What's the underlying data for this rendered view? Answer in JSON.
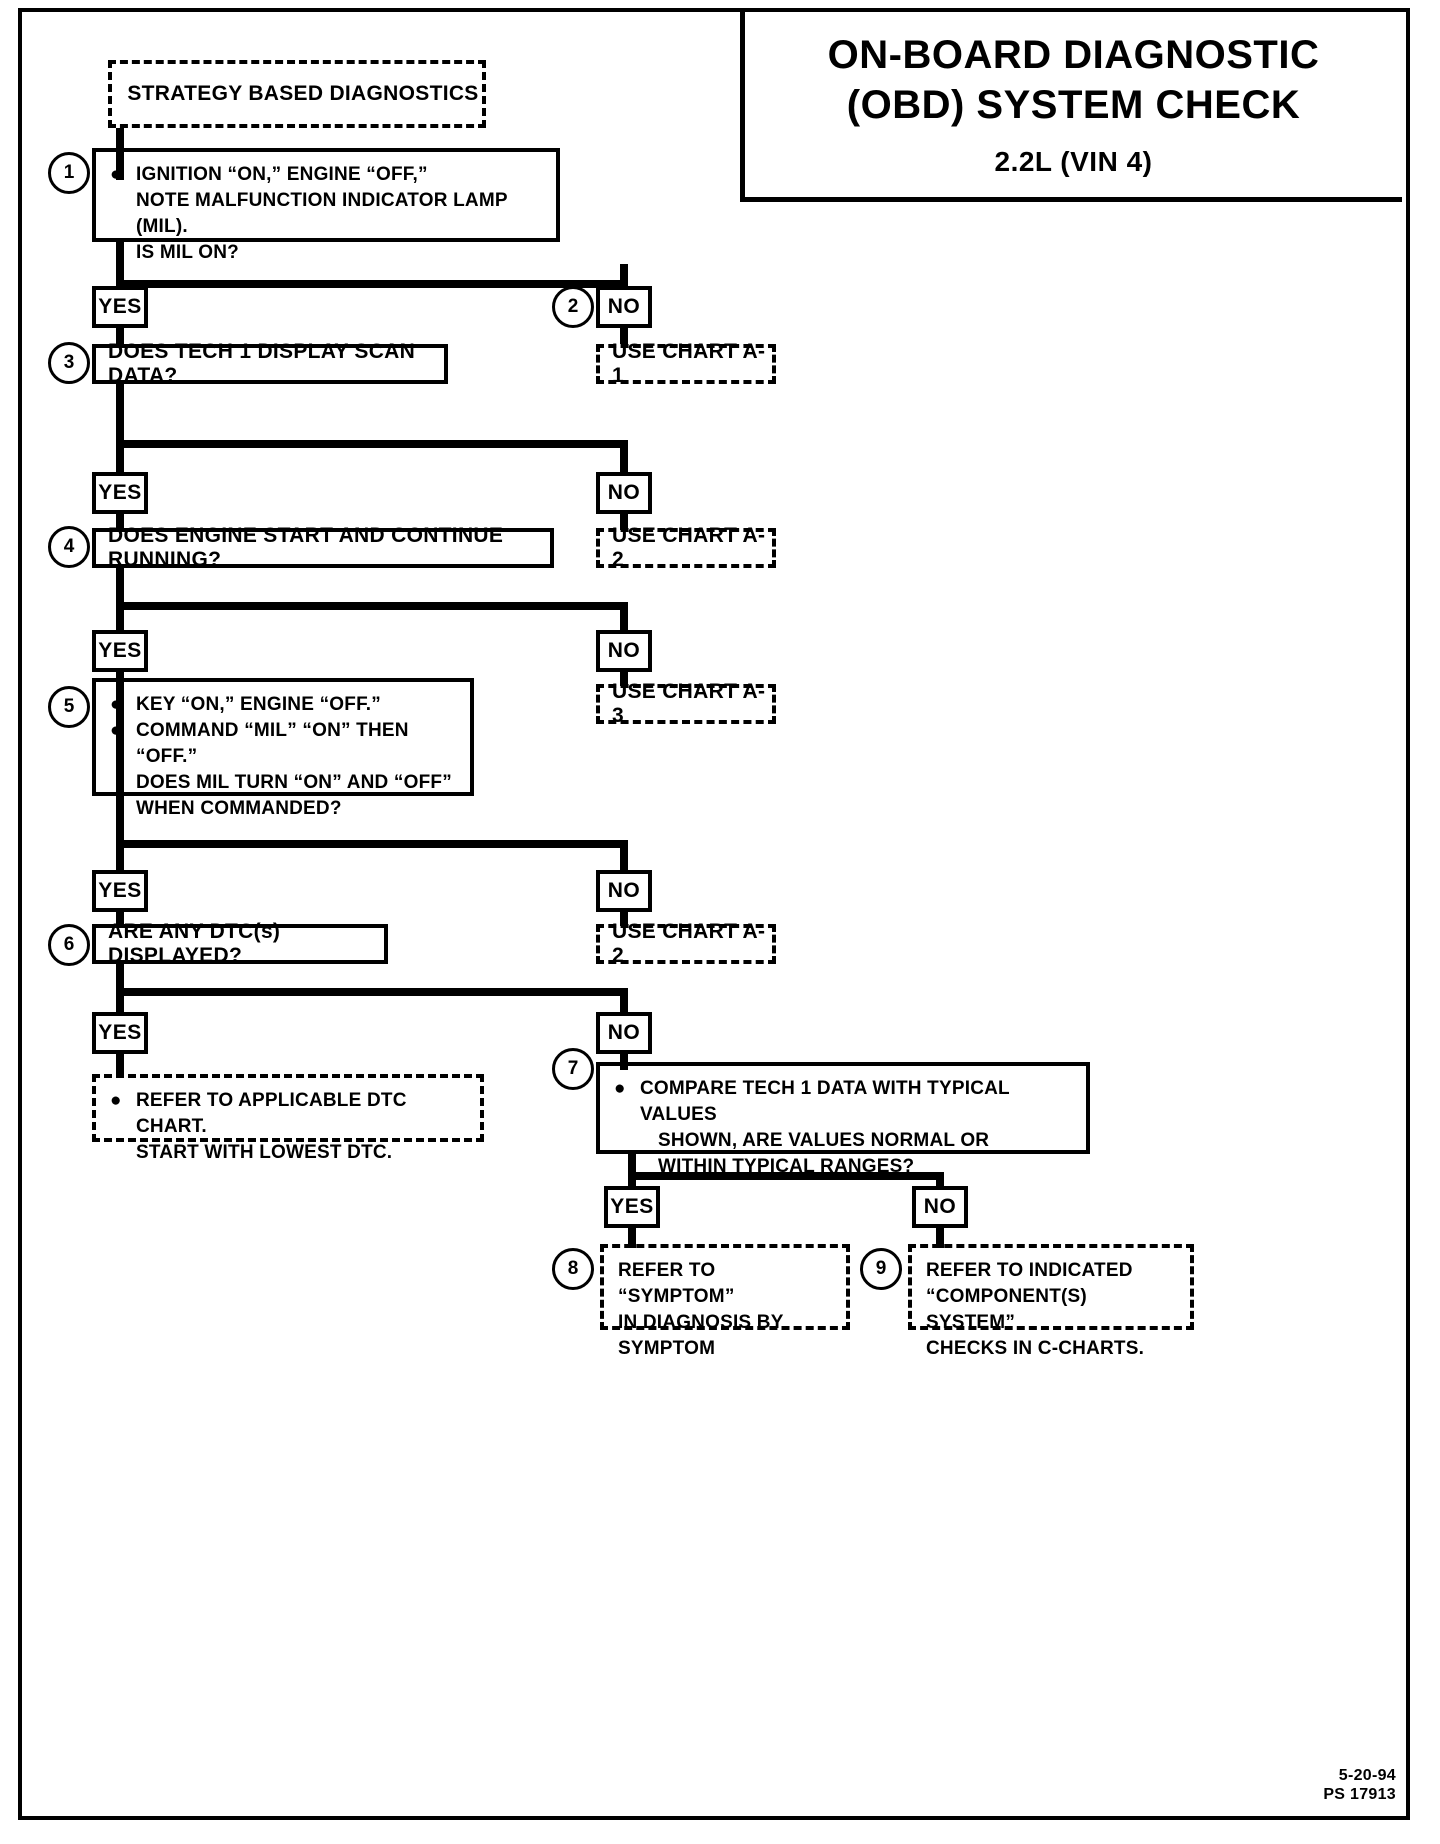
{
  "header": {
    "title_line1": "ON-BOARD DIAGNOSTIC",
    "title_line2": "(OBD) SYSTEM CHECK",
    "title_line3": "2.2L  (VIN 4)"
  },
  "start_box": {
    "label": "STRATEGY BASED DIAGNOSTICS"
  },
  "steps": {
    "s1": {
      "number": "1",
      "line1": "IGNITION “ON,” ENGINE  “OFF,”",
      "line2": "NOTE MALFUNCTION INDICATOR LAMP (MIL).",
      "line3": "IS MIL ON?"
    },
    "s2": {
      "number": "2",
      "label": "USE CHART A-1"
    },
    "s3": {
      "number": "3",
      "label": "DOES TECH 1 DISPLAY SCAN DATA?",
      "no_label": "USE CHART A-2"
    },
    "s4": {
      "number": "4",
      "label": "DOES ENGINE START AND CONTINUE RUNNING?",
      "no_label": "USE CHART A-3"
    },
    "s5": {
      "number": "5",
      "line1": "KEY “ON,” ENGINE “OFF.”",
      "line2": "COMMAND “MIL” “ON” THEN “OFF.”",
      "line3": "DOES MIL TURN “ON” AND “OFF”",
      "line4": "WHEN COMMANDED?"
    },
    "s6": {
      "number": "6",
      "label": "ARE ANY DTC(s) DISPLAYED?",
      "no_label": "USE CHART A-2"
    },
    "dtc": {
      "line1": "REFER TO APPLICABLE DTC CHART.",
      "line2": "START WITH LOWEST DTC."
    },
    "s7": {
      "number": "7",
      "line1": "COMPARE TECH 1 DATA WITH TYPICAL VALUES",
      "line2": "SHOWN,  ARE VALUES  NORMAL OR",
      "line3": "WITHIN TYPICAL RANGES?"
    },
    "s8": {
      "number": "8",
      "line1": "REFER TO “SYMPTOM”",
      "line2": "IN DIAGNOSIS BY",
      "line3": "SYMPTOM"
    },
    "s9": {
      "number": "9",
      "line1": "REFER TO INDICATED",
      "line2": "“COMPONENT(S) SYSTEM”",
      "line3": "CHECKS IN C-CHARTS."
    }
  },
  "branch": {
    "yes": "YES",
    "no": "NO"
  },
  "footer": {
    "date": "5-20-94",
    "code": "PS 17913"
  },
  "colors": {
    "ink": "#000000",
    "paper": "#ffffff"
  }
}
